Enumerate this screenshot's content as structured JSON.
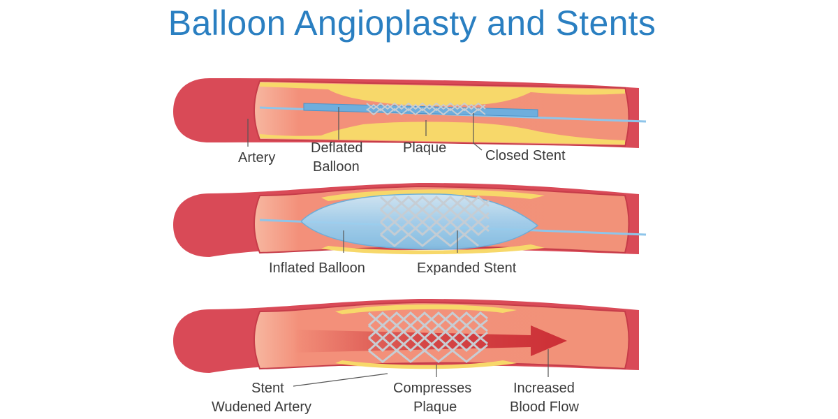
{
  "title": "Balloon Angioplasty and Stents",
  "colors": {
    "title": "#2a7fc1",
    "artery_outer": "#d94a57",
    "artery_inner": "#f3907a",
    "plaque": "#f7d86a",
    "balloon": "#9fd0ef",
    "stent": "#c7cdd3",
    "blood_arrow": "#cc2f36"
  },
  "stages": [
    {
      "labels": {
        "artery": "Artery",
        "deflated_balloon_1": "Deflated",
        "deflated_balloon_2": "Balloon",
        "plaque": "Plaque",
        "closed_stent": "Closed Stent"
      }
    },
    {
      "labels": {
        "inflated_balloon": "Inflated Balloon",
        "expanded_stent": "Expanded Stent"
      }
    },
    {
      "labels": {
        "stent_widened_1": "Stent",
        "stent_widened_2": "Wudened Artery",
        "compresses_1": "Compresses",
        "compresses_2": "Plaque",
        "blood_flow_1": "Increased",
        "blood_flow_2": "Blood Flow"
      }
    }
  ]
}
